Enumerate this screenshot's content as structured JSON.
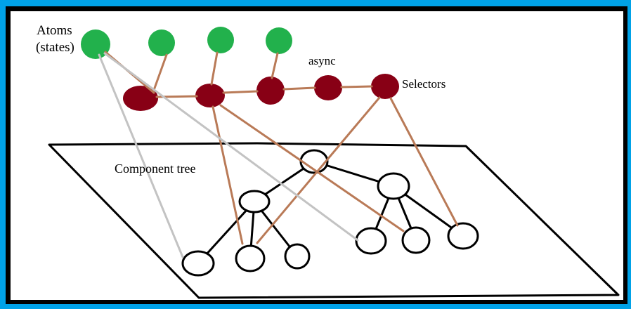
{
  "labels": {
    "atoms_line1": "Atoms",
    "atoms_line2": "(states)",
    "async": "async",
    "selectors": "Selectors",
    "component_tree": "Component tree"
  },
  "colors": {
    "frame": "#00A2E8",
    "border": "#000000",
    "canvas": "#FFFFFF",
    "atom": "#22B14C",
    "selector": "#880015",
    "data_flow": "#B97A57",
    "subscription": "#C3C3C3",
    "tree": "#000000",
    "text": "#000000"
  },
  "structure": {
    "atom_count": 4,
    "selector_count": 5,
    "component_node_count": 9,
    "data_flow_edges": [
      "atom-1 -> selector-1",
      "atom-2 -> selector-1",
      "atom-3 -> selector-2",
      "atom-4 -> selector-3",
      "selector-1 -> selector-2",
      "selector-2 -> selector-3",
      "selector-3 -> selector-4",
      "selector-4 -> selector-5",
      "selector-2 -> component-leaf-2",
      "selector-2 -> component-leaf-5",
      "selector-5 -> component-leaf-2",
      "selector-5 -> component-leaf-6"
    ],
    "subscription_edges": [
      "atom-1 -> component-leaf-1",
      "atom-1 -> component-leaf-4"
    ],
    "tree_edges": [
      "root -> branch-left",
      "root -> branch-right",
      "branch-left -> leaf-1",
      "branch-left -> leaf-2",
      "branch-left -> leaf-3",
      "branch-right -> leaf-4",
      "branch-right -> leaf-5",
      "branch-right -> leaf-6"
    ]
  }
}
